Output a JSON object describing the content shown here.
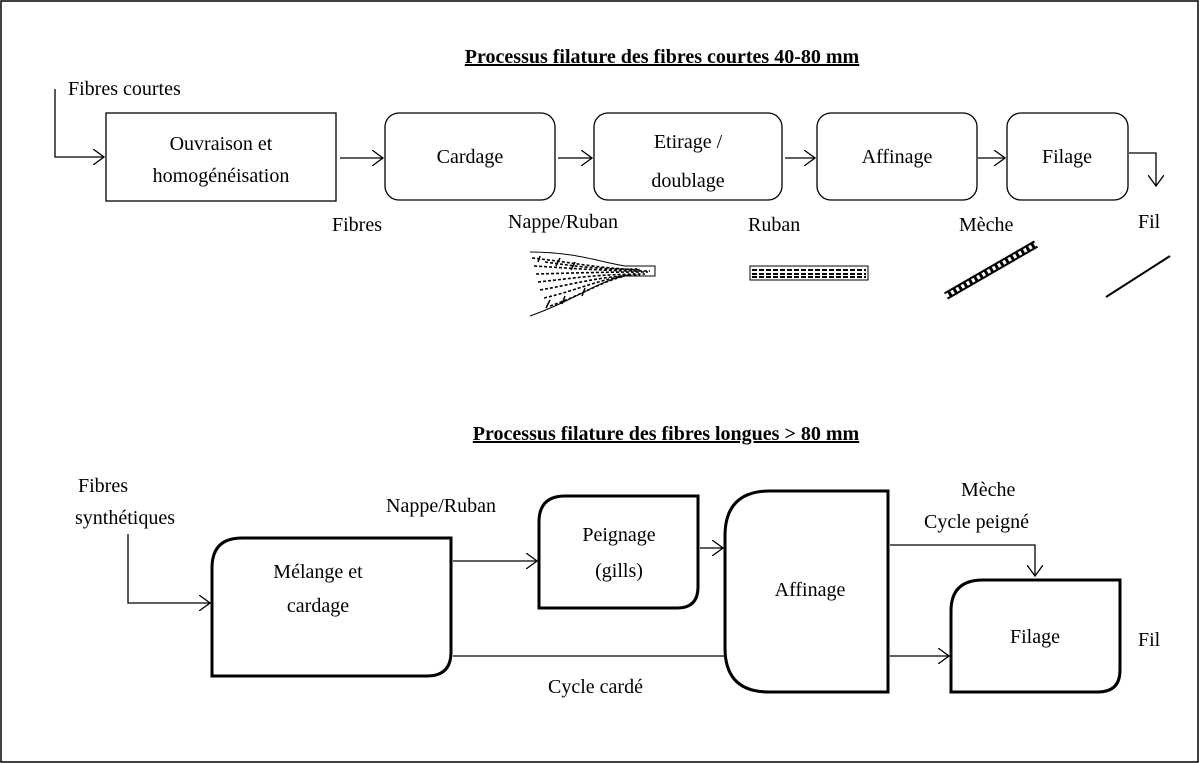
{
  "short_process": {
    "title": "Processus filature des fibres courtes 40-80 mm",
    "input_label": "Fibres courtes",
    "steps": [
      {
        "line1": "Ouvraison et",
        "line2": "homogénéisation"
      },
      {
        "line1": "Cardage"
      },
      {
        "line1": "Etirage /",
        "line2": "doublage"
      },
      {
        "line1": "Affinage"
      },
      {
        "line1": "Filage"
      }
    ],
    "products": [
      "Fibres",
      "Nappe/Ruban",
      "Ruban",
      "Mèche",
      "Fil"
    ]
  },
  "long_process": {
    "title": "Processus filature des fibres longues > 80 mm",
    "input_label_1": "Fibres",
    "input_label_2": "synthétiques",
    "melange_1": "Mélange et",
    "melange_2": "cardage",
    "peignage_1": "Peignage",
    "peignage_2": "(gills)",
    "affinage": "Affinage",
    "filage": "Filage",
    "nappe_label": "Nappe/Ruban",
    "meche_label": "Mèche",
    "cycle_peigne": "Cycle peigné",
    "cycle_carde": "Cycle cardé",
    "fil_label": "Fil"
  }
}
